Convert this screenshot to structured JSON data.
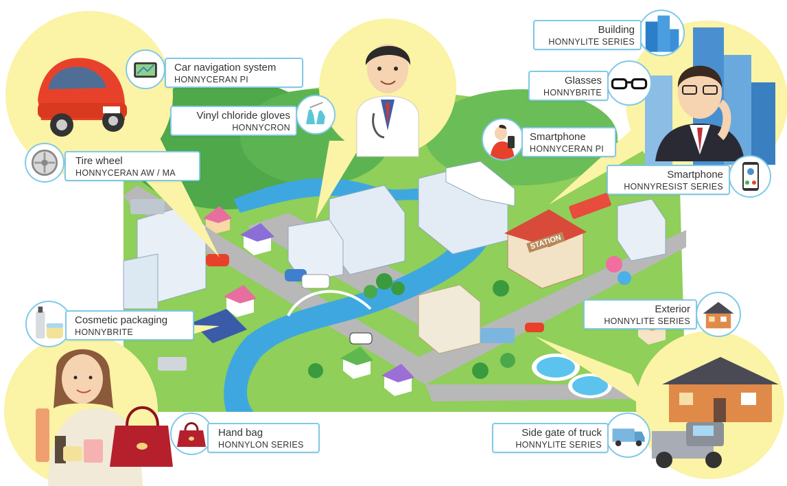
{
  "callouts": {
    "car_navigation": {
      "title": "Car navigation system",
      "series": "HONNYCERAN PI"
    },
    "vinyl_gloves": {
      "title": "Vinyl chloride gloves",
      "series": "HONNYCRON"
    },
    "tire_wheel": {
      "title": "Tire wheel",
      "series": "HONNYCERAN AW / MA"
    },
    "building": {
      "title": "Building",
      "series": "HONNYLITE SERIES"
    },
    "glasses": {
      "title": "Glasses",
      "series": "HONNYBRITE"
    },
    "smartphone_doctor": {
      "title": "Smartphone",
      "series": "HONNYCERAN PI"
    },
    "smartphone_business": {
      "title": "Smartphone",
      "series": "HONNYRESIST SERIES"
    },
    "exterior": {
      "title": "Exterior",
      "series": "HONNYLITE SERIES"
    },
    "cosmetic_packaging": {
      "title": "Cosmetic packaging",
      "series": "HONNYBRITE"
    },
    "hand_bag": {
      "title": "Hand bag",
      "series": "HONNYLON SERIES"
    },
    "truck_gate": {
      "title": "Side gate of truck",
      "series": "HONNYLITE SERIES"
    }
  },
  "map": {
    "station_sign": "STATION"
  },
  "icons": {
    "car_navigation": "car-navigation-icon",
    "gloves": "gloves-icon",
    "tire_wheel": "tire-wheel-icon",
    "building": "building-icon",
    "glasses": "glasses-icon",
    "smartphone": "smartphone-icon",
    "smartphone_call": "smartphone-call-icon",
    "house": "house-icon",
    "cosmetics": "cosmetics-icon",
    "handbag": "handbag-icon",
    "truck": "truck-icon"
  },
  "colors": {
    "callout_border": "#7fc9e8",
    "bubble_fill": "#fbf3a5",
    "grass": "#8fcf5a",
    "road": "#b8b8b8",
    "river": "#3fa7e0",
    "car_red": "#e8412b"
  }
}
